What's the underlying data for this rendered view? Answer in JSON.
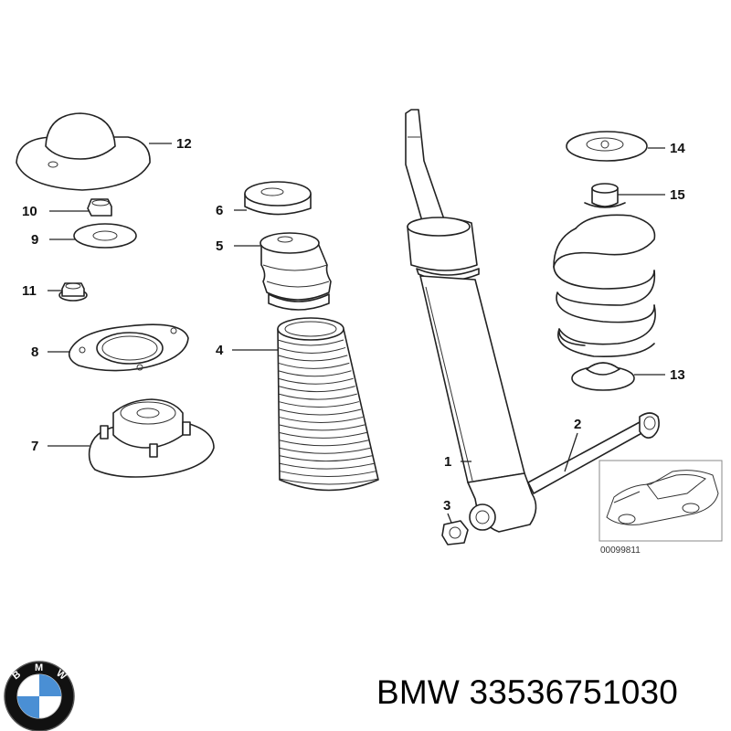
{
  "diagram": {
    "callouts": {
      "c1": "1",
      "c2": "2",
      "c3": "3",
      "c4": "4",
      "c5": "5",
      "c6": "6",
      "c7": "7",
      "c8": "8",
      "c9": "9",
      "c10": "10",
      "c11": "11",
      "c12": "12",
      "c13": "13",
      "c14": "14",
      "c15": "15"
    },
    "inset_reference": "00099811"
  },
  "brand": {
    "logo_letters": [
      "B",
      "M",
      "W"
    ],
    "logo_colors": {
      "ring": "#111111",
      "blue": "#4a8fd4",
      "white": "#ffffff"
    },
    "label": "BMW 33536751030"
  }
}
